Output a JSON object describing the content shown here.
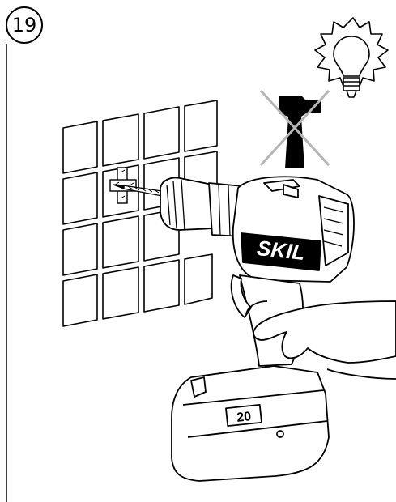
{
  "step": {
    "number": "19"
  },
  "drill": {
    "brand": "SKIL",
    "battery_label": "20"
  },
  "icons": {
    "light": "light-bulb-icon",
    "no_hammer": "no-hammer-icon"
  },
  "colors": {
    "line": "#000000",
    "background": "#ffffff",
    "cross": "#b5b5b5"
  }
}
